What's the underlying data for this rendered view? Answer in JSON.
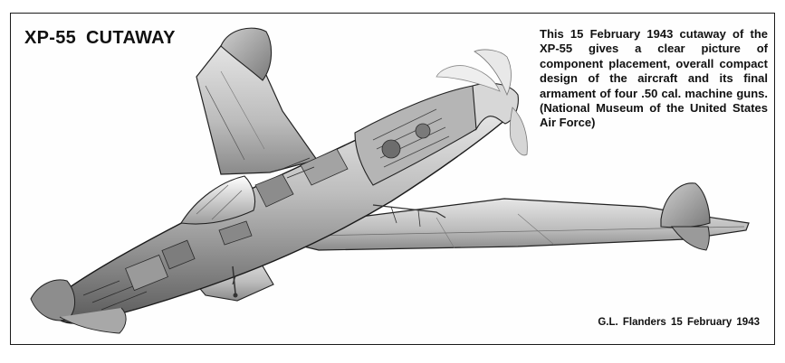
{
  "figure": {
    "title": "XP-55 CUTAWAY",
    "caption": "This 15 February 1943 cutaway of the XP-55 gives a clear picture of component placement, overall compact design of the aircraft and its final armament of four .50 cal. machine guns. (National Museum of the United States Air Force)",
    "credit": "G.L. Flanders 15 February 1943"
  }
}
